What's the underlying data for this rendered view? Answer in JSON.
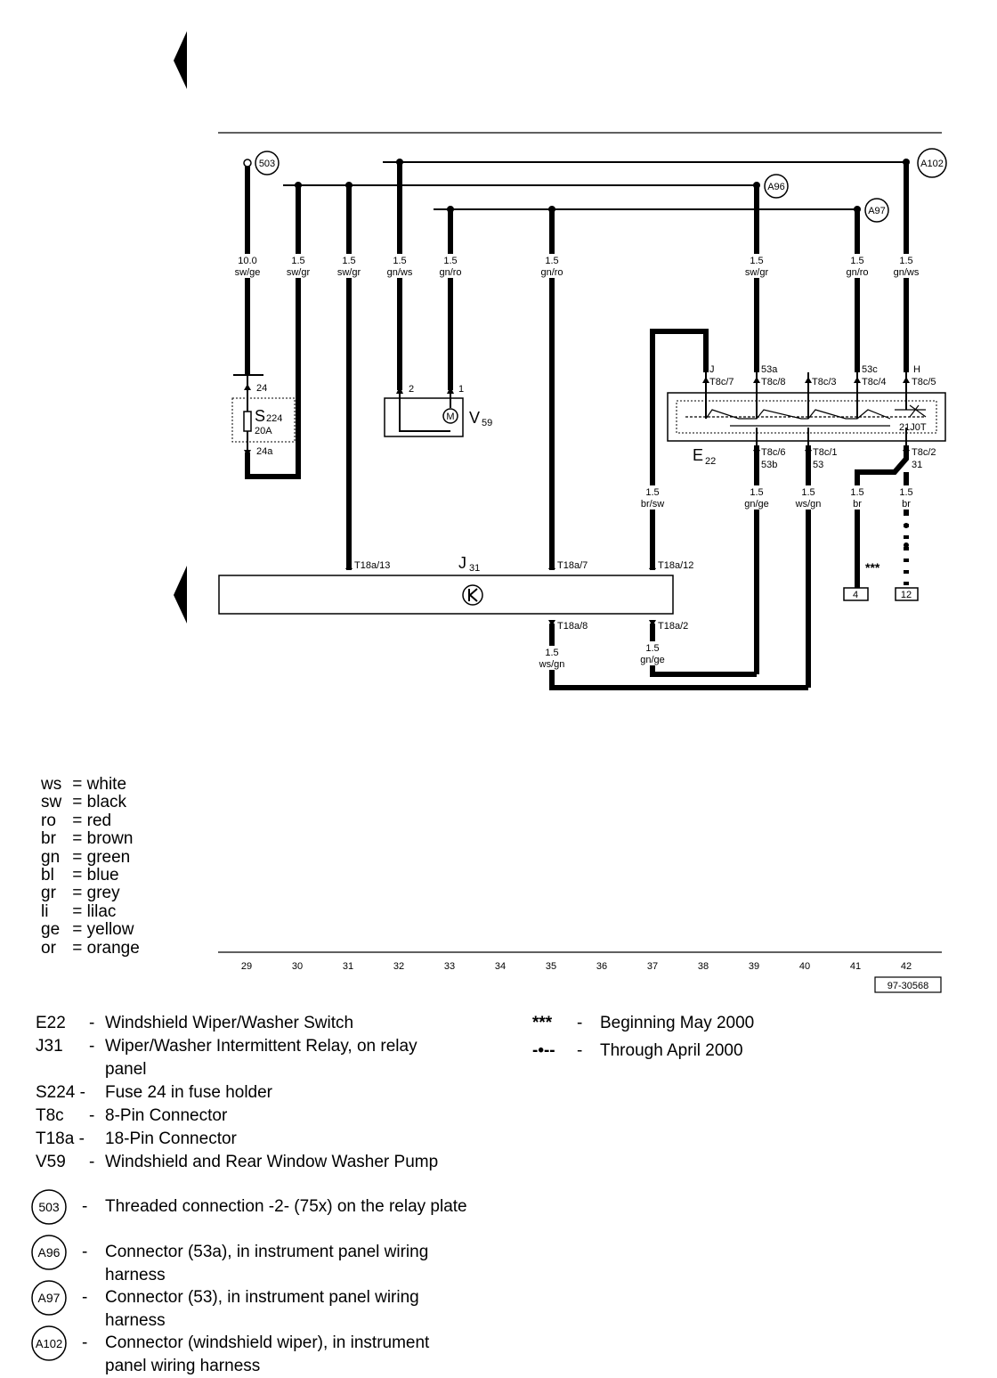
{
  "diagram": {
    "wires": [
      {
        "size": "10.0",
        "color": "sw/ge"
      },
      {
        "size": "1.5",
        "color": "sw/gr"
      },
      {
        "size": "1.5",
        "color": "sw/gr"
      },
      {
        "size": "1.5",
        "color": "gn/ws"
      },
      {
        "size": "1.5",
        "color": "gn/ro"
      },
      {
        "size": "1.5",
        "color": "gn/ro"
      },
      {
        "size": "1.5",
        "color": "sw/gr"
      },
      {
        "size": "1.5",
        "color": "gn/ro"
      },
      {
        "size": "1.5",
        "color": "gn/ws"
      },
      {
        "size": "1.5",
        "color": "br/sw"
      },
      {
        "size": "1.5",
        "color": "gn/ge"
      },
      {
        "size": "1.5",
        "color": "ws/gn"
      },
      {
        "size": "1.5",
        "color": "br"
      },
      {
        "size": "1.5",
        "color": "br"
      },
      {
        "size": "1.5",
        "color": "ws/gn"
      },
      {
        "size": "1.5",
        "color": "gn/ge"
      }
    ],
    "connectors": {
      "c503": "503",
      "a96": "A96",
      "a97": "A97",
      "a102": "A102"
    },
    "fuse": {
      "name": "S",
      "sub": "224",
      "rating": "20A",
      "pin_in": "24",
      "pin_out": "24a"
    },
    "pump": {
      "name": "V",
      "sub": "59",
      "pin2": "2",
      "pin1": "1",
      "symbol": "M"
    },
    "switch": {
      "name": "E",
      "sub": "22",
      "pins_top": [
        {
          "func": "J",
          "pin": "T8c/7"
        },
        {
          "func": "53a",
          "pin": "T8c/8"
        },
        {
          "func": "",
          "pin": "T8c/3"
        },
        {
          "func": "53c",
          "pin": "T8c/4"
        },
        {
          "func": "H",
          "pin": "T8c/5"
        }
      ],
      "pins_bottom": [
        {
          "pin": "T8c/6",
          "func": "53b"
        },
        {
          "pin": "T8c/1",
          "func": "53"
        },
        {
          "pin": "T8c/2",
          "func": "31"
        }
      ],
      "inner_label": "21J0T"
    },
    "relay": {
      "name": "J",
      "sub": "31",
      "pins": [
        "T18a/13",
        "T18a/7",
        "T18a/12",
        "T18a/8",
        "T18a/2"
      ]
    },
    "grounds": [
      "4",
      "12"
    ],
    "marker": "***",
    "ref_numbers": [
      "29",
      "30",
      "31",
      "32",
      "33",
      "34",
      "35",
      "36",
      "37",
      "38",
      "39",
      "40",
      "41",
      "42"
    ],
    "figure_id": "97-30568"
  },
  "color_legend": [
    {
      "code": "ws",
      "name": "white"
    },
    {
      "code": "sw",
      "name": "black"
    },
    {
      "code": "ro",
      "name": "red"
    },
    {
      "code": "br",
      "name": "brown"
    },
    {
      "code": "gn",
      "name": "green"
    },
    {
      "code": "bl",
      "name": "blue"
    },
    {
      "code": "gr",
      "name": "grey"
    },
    {
      "code": "li",
      "name": "lilac"
    },
    {
      "code": "ge",
      "name": "yellow"
    },
    {
      "code": "or",
      "name": "orange"
    }
  ],
  "components": [
    {
      "code": "E22",
      "desc": "Windshield Wiper/Washer Switch"
    },
    {
      "code": "J31",
      "desc": "Wiper/Washer Intermittent Relay, on relay panel"
    },
    {
      "code": "S224 -",
      "desc": "Fuse 24 in fuse holder"
    },
    {
      "code": "T8c",
      "desc": "8-Pin Connector"
    },
    {
      "code": "T18a -",
      "desc": "18-Pin Connector"
    },
    {
      "code": "V59",
      "desc": "Windshield and Rear Window Washer Pump"
    }
  ],
  "connector_legend": [
    {
      "code": "503",
      "desc": "Threaded connection -2- (75x) on the relay plate"
    },
    {
      "code": "A96",
      "desc": "Connector (53a), in instrument panel wiring harness"
    },
    {
      "code": "A97",
      "desc": "Connector (53), in instrument panel wiring harness"
    },
    {
      "code": "A102",
      "desc": "Connector (windshield wiper), in instrument panel wiring harness"
    }
  ],
  "notes": [
    {
      "symbol": "***",
      "desc": "Beginning May 2000"
    },
    {
      "symbol": "-•--",
      "desc": "Through April 2000"
    }
  ]
}
